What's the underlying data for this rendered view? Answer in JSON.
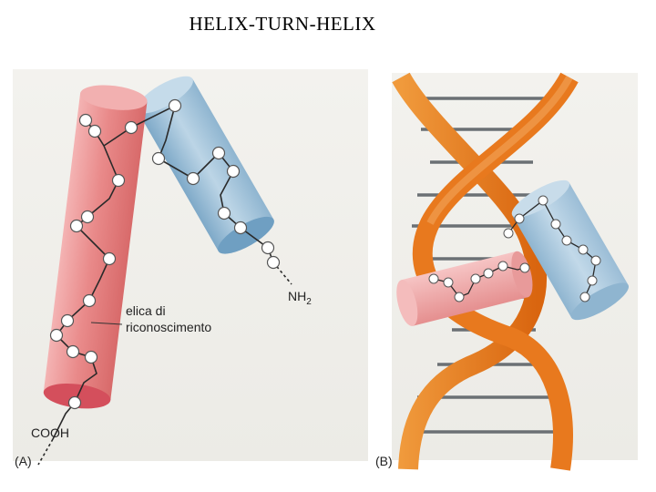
{
  "title": "HELIX-TURN-HELIX",
  "panel_a": {
    "letter": "(A)",
    "annotation_line1": "elica di",
    "annotation_line2": "riconoscimento",
    "nh2_text": "NH",
    "nh2_sub": "2",
    "cooh": "COOH"
  },
  "panel_b": {
    "letter": "(B)"
  },
  "colors": {
    "red_helix": "#ea8f8f",
    "blue_helix": "#a9c8dd",
    "dna_orange": "#e8791e",
    "dna_rungs": "#6b7074"
  }
}
